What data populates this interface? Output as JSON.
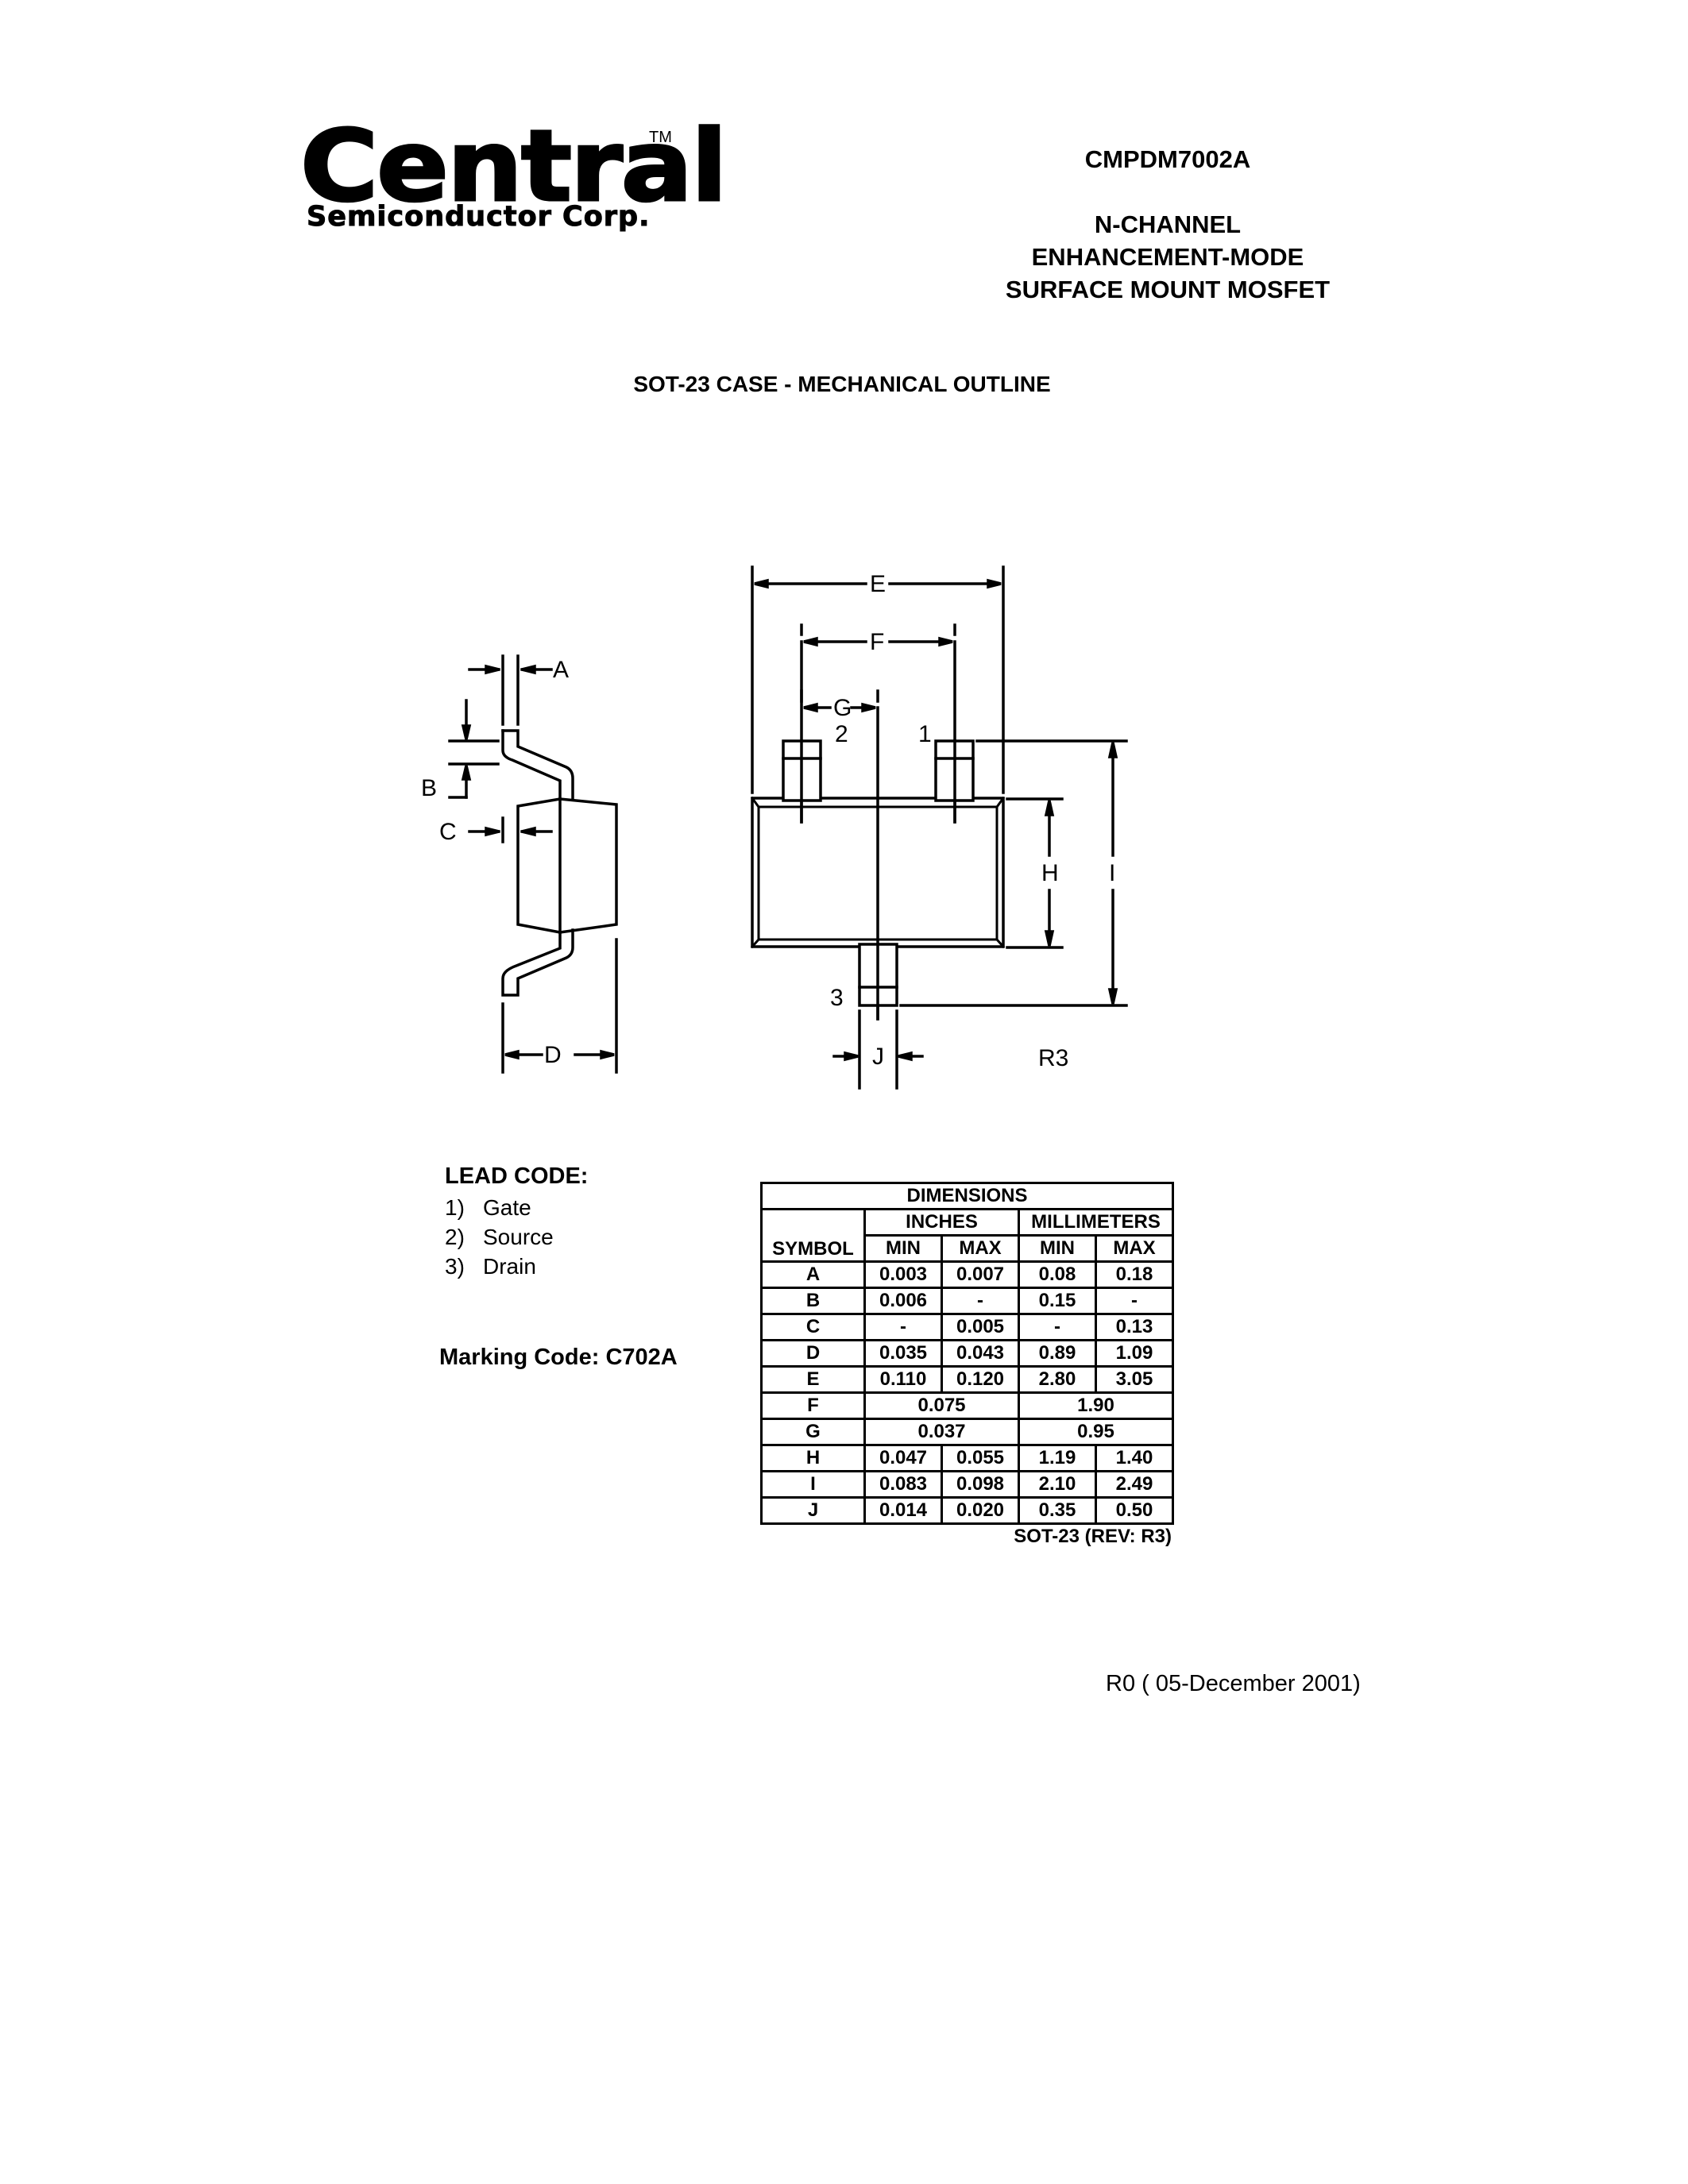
{
  "header": {
    "logo_main": "Central",
    "logo_tm": "TM",
    "logo_sub": "Semiconductor Corp.",
    "part_number": "CMPDM7002A",
    "description_lines": [
      "N-CHANNEL",
      "ENHANCEMENT-MODE",
      "SURFACE MOUNT MOSFET"
    ]
  },
  "section_title": "SOT-23 CASE - MECHANICAL OUTLINE",
  "drawing": {
    "side_view_labels": [
      "A",
      "B",
      "C",
      "D"
    ],
    "top_view_labels": [
      "E",
      "F",
      "G",
      "H",
      "I",
      "J"
    ],
    "pin_labels": [
      "1",
      "2",
      "3"
    ],
    "revision_mark": "R3"
  },
  "lead_code": {
    "title": "LEAD CODE:",
    "items": [
      {
        "num": "1)",
        "name": "Gate"
      },
      {
        "num": "2)",
        "name": "Source"
      },
      {
        "num": "3)",
        "name": "Drain"
      }
    ]
  },
  "marking_code": "Marking Code:  C702A",
  "dimensions_table": {
    "title": "DIMENSIONS",
    "group_headers": [
      "INCHES",
      "MILLIMETERS"
    ],
    "symbol_header": "SYMBOL",
    "sub_headers": [
      "MIN",
      "MAX",
      "MIN",
      "MAX"
    ],
    "rows": [
      {
        "symbol": "A",
        "in_min": "0.003",
        "in_max": "0.007",
        "mm_min": "0.08",
        "mm_max": "0.18"
      },
      {
        "symbol": "B",
        "in_min": "0.006",
        "in_max": "-",
        "mm_min": "0.15",
        "mm_max": "-"
      },
      {
        "symbol": "C",
        "in_min": "-",
        "in_max": "0.005",
        "mm_min": "-",
        "mm_max": "0.13"
      },
      {
        "symbol": "D",
        "in_min": "0.035",
        "in_max": "0.043",
        "mm_min": "0.89",
        "mm_max": "1.09"
      },
      {
        "symbol": "E",
        "in_min": "0.110",
        "in_max": "0.120",
        "mm_min": "2.80",
        "mm_max": "3.05"
      },
      {
        "symbol": "F",
        "in_nom": "0.075",
        "mm_nom": "1.90"
      },
      {
        "symbol": "G",
        "in_nom": "0.037",
        "mm_nom": "0.95"
      },
      {
        "symbol": "H",
        "in_min": "0.047",
        "in_max": "0.055",
        "mm_min": "1.19",
        "mm_max": "1.40"
      },
      {
        "symbol": "I",
        "in_min": "0.083",
        "in_max": "0.098",
        "mm_min": "2.10",
        "mm_max": "2.49"
      },
      {
        "symbol": "J",
        "in_min": "0.014",
        "in_max": "0.020",
        "mm_min": "0.35",
        "mm_max": "0.50"
      }
    ],
    "note": "SOT-23 (REV: R3)"
  },
  "footer": {
    "revision": "R0 ( 05-December 2001)"
  }
}
